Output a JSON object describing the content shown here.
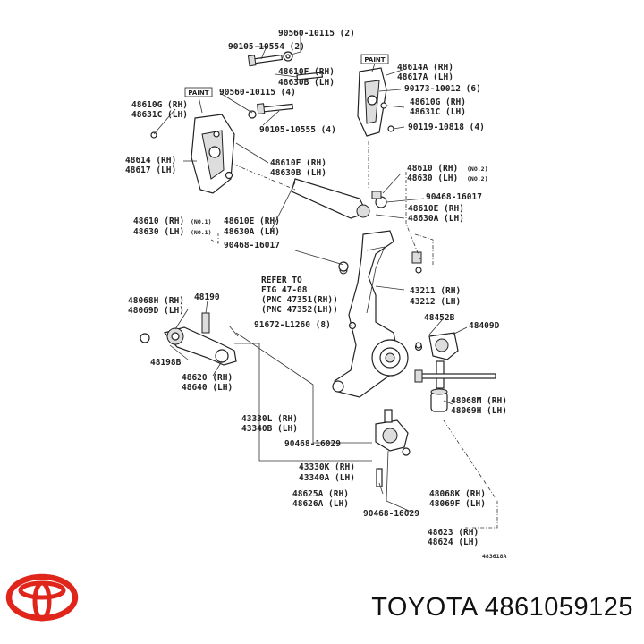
{
  "brand": {
    "logo_name": "toyota-logo-icon",
    "logo_color": "#e0251b"
  },
  "caption": {
    "brand_text": "TOYOTA",
    "part_number": "4861059125"
  },
  "diagram": {
    "figure_id": "483618A",
    "paint_tag": "PAINT",
    "labels": [
      "90560-10115 (2)",
      "90105-10554 (2)",
      "48610F (RH)",
      "48630B (LH)",
      "90560-10115 (4)",
      "48610G (RH)",
      "48631C (LH)",
      "90105-10555 (4)",
      "48614 (RH)",
      "48617 (LH)",
      "48610F (RH)",
      "48630B (LH)",
      "48614A (RH)",
      "48617A (LH)",
      "90173-10012 (6)",
      "48610G (RH)",
      "48631C (LH)",
      "90119-10818 (4)",
      "48610 (RH)",
      "48630 (LH)",
      "90468-16017",
      "48610E (RH)",
      "48630A (LH)",
      "48610 (RH)",
      "48630 (LH)",
      "48610E (RH)",
      "48630A (LH)",
      "90468-16017",
      "REFER TO",
      "FIG 47-08",
      "(PNC 47351(RH))",
      "(PNC 47352(LH))",
      "91672-L1260 (8)",
      "43211 (RH)",
      "43212 (LH)",
      "48068H (RH)",
      "48069D (LH)",
      "48190",
      "48452B",
      "48409D",
      "48198B",
      "48620 (RH)",
      "48640 (LH)",
      "48068M (RH)",
      "48069H (LH)",
      "43330L (RH)",
      "43340B (LH)",
      "90468-16029",
      "43330K (RH)",
      "43340A (LH)",
      "48625A (RH)",
      "48626A (LH)",
      "48068K (RH)",
      "48069F (LH)",
      "90468-16029",
      "48623 (RH)",
      "48624 (LH)"
    ],
    "notes": [
      "(NO.2)",
      "(NO.2)",
      "(NO.1)",
      "(NO.1)"
    ]
  }
}
